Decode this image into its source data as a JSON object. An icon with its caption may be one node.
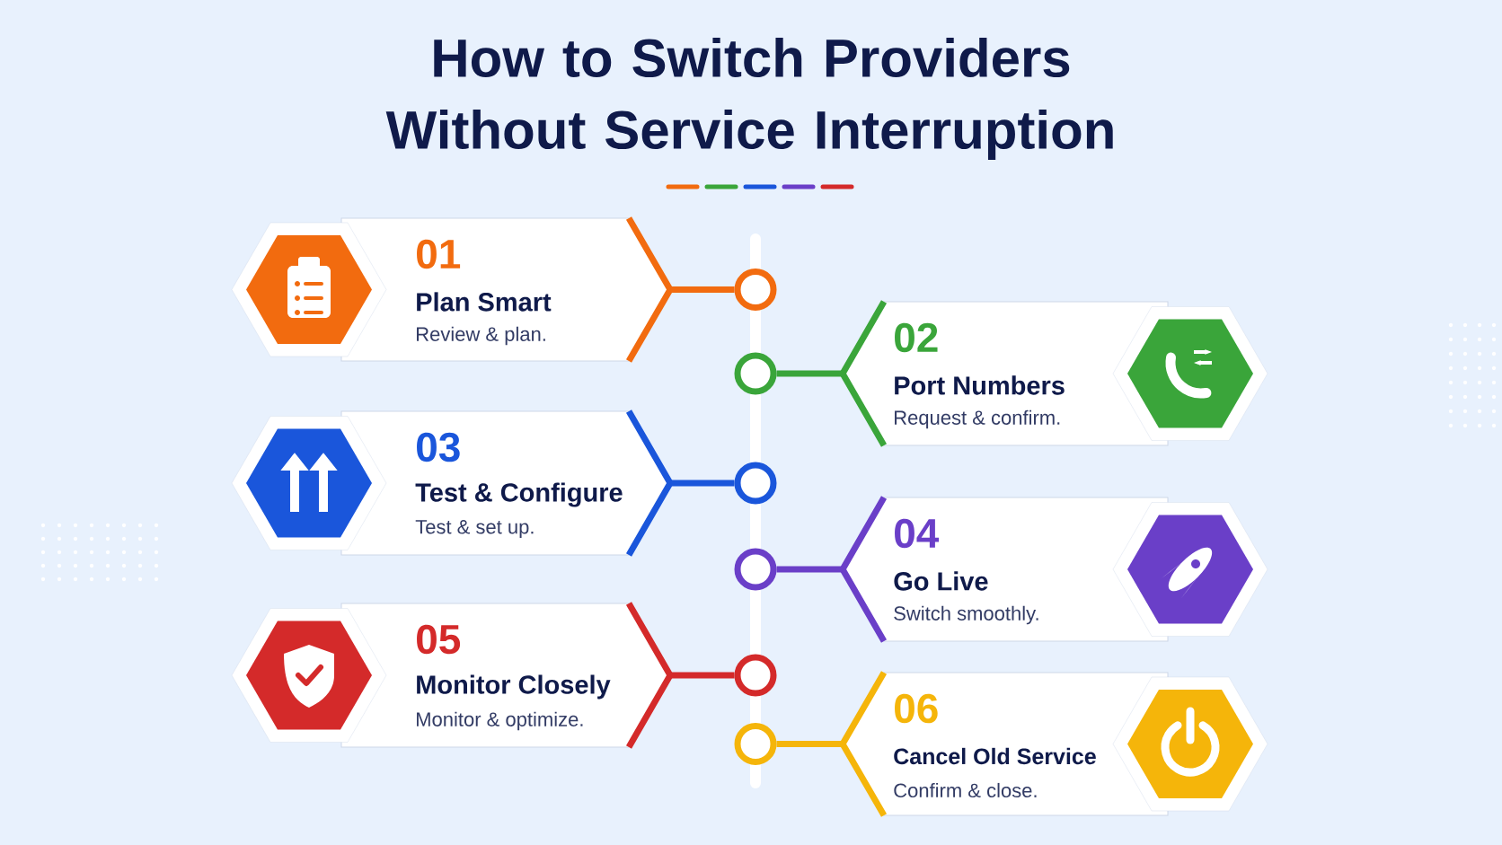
{
  "diagram": {
    "title": "How to Switch Providers Without Service Interruption",
    "nodes": [
      {
        "text": [
          "01",
          "Plan Smart",
          "Review & plan."
        ]
      },
      {
        "text": [
          "02",
          "Port Numbers",
          "Request & confirm."
        ]
      },
      {
        "text": [
          "03",
          "Test & Configure",
          "Test & set up."
        ]
      },
      {
        "text": [
          "04",
          "Go Live",
          "Switch smoothly."
        ]
      },
      {
        "text": [
          "05",
          "Monitor Closely",
          "Monitor & optimize."
        ]
      },
      {
        "text": [
          "06",
          "Cancel Old Service",
          "Confirm & close."
        ]
      },
      {
        "text": [],
        "shape": "circle"
      },
      {
        "text": [],
        "shape": "circle"
      },
      {
        "text": [],
        "shape": "circle"
      },
      {
        "text": [],
        "shape": "circle"
      },
      {
        "text": [],
        "shape": "circle"
      },
      {
        "text": [],
        "shape": "circle"
      }
    ],
    "edges": [
      {
        "from": 0,
        "to": 6,
        "arrow": "none",
        "color": "#f26b0f"
      },
      {
        "from": 1,
        "to": 7,
        "arrow": "none",
        "color": "#3aa53a"
      },
      {
        "from": 2,
        "to": 8,
        "arrow": "none",
        "color": "#1a56db"
      },
      {
        "from": 3,
        "to": 9,
        "arrow": "none",
        "color": "#6a3fc8"
      },
      {
        "from": 4,
        "to": 10,
        "arrow": "none",
        "color": "#d42a2a"
      },
      {
        "from": 5,
        "to": 11,
        "arrow": "none",
        "color": "#f5b50a"
      }
    ]
  }
}
